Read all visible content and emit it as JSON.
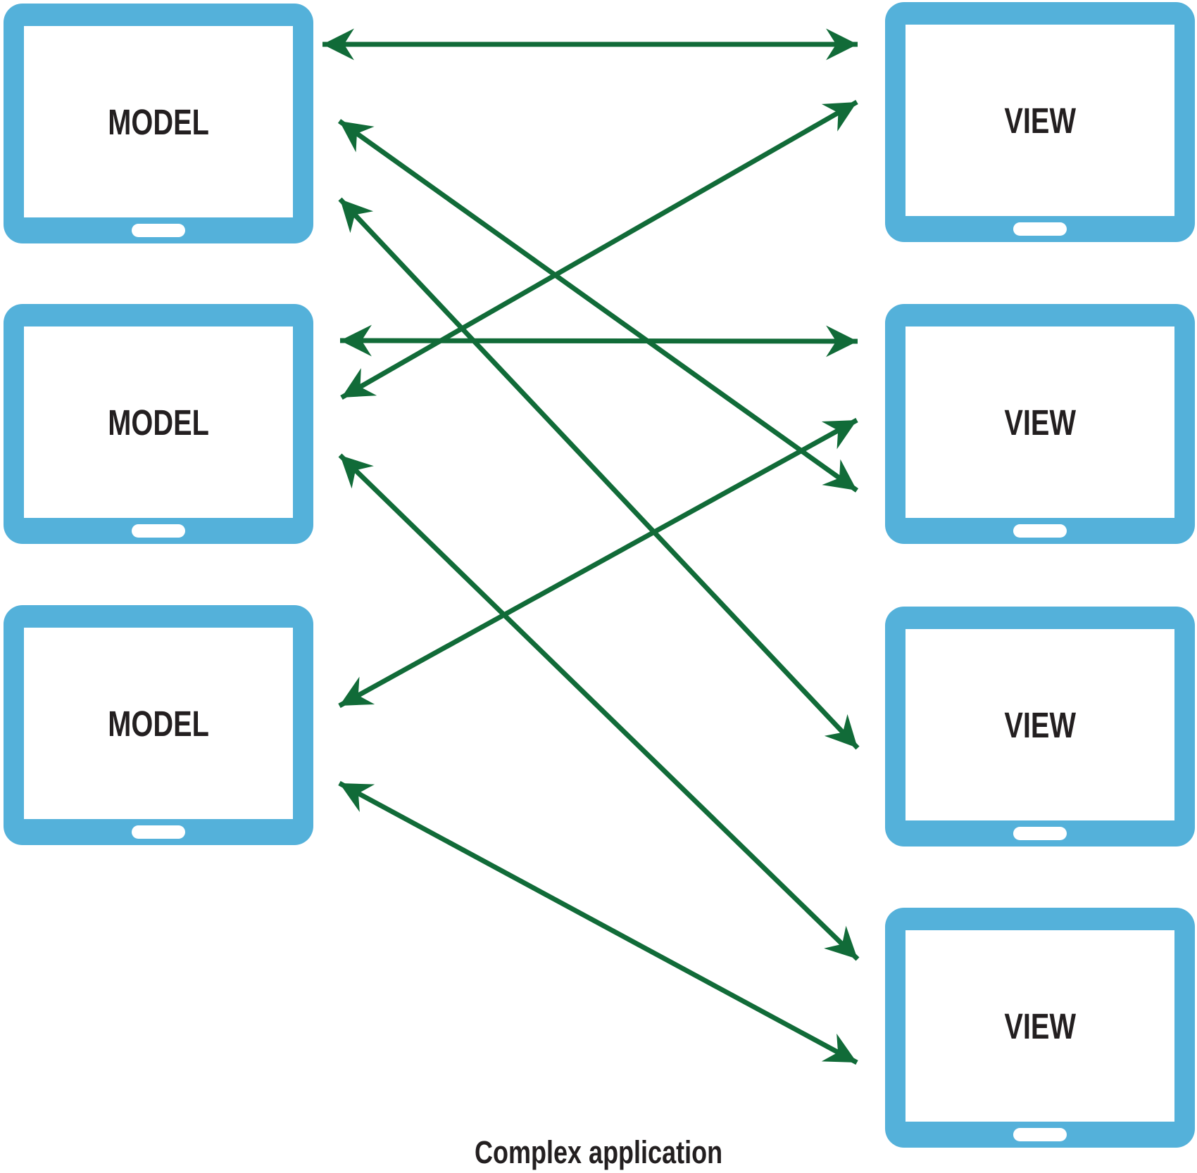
{
  "diagram": {
    "caption": "Complex application",
    "models": [
      {
        "label": "MODEL"
      },
      {
        "label": "MODEL"
      },
      {
        "label": "MODEL"
      }
    ],
    "views": [
      {
        "label": "VIEW"
      },
      {
        "label": "VIEW"
      },
      {
        "label": "VIEW"
      },
      {
        "label": "VIEW"
      }
    ],
    "connections": [
      {
        "from": "model-1",
        "to": "view-1",
        "bidirectional": true
      },
      {
        "from": "model-1",
        "to": "view-2",
        "bidirectional": true
      },
      {
        "from": "model-1",
        "to": "view-3",
        "bidirectional": true
      },
      {
        "from": "model-2",
        "to": "view-2",
        "bidirectional": true
      },
      {
        "from": "model-2",
        "to": "view-1",
        "bidirectional": true
      },
      {
        "from": "model-2",
        "to": "view-4",
        "bidirectional": true
      },
      {
        "from": "model-3",
        "to": "view-2",
        "bidirectional": true
      },
      {
        "from": "model-3",
        "to": "view-4",
        "bidirectional": true
      }
    ],
    "colors": {
      "tablet_blue": "#54b1da",
      "arrow_green": "#116b38",
      "label_black": "#231f20",
      "background": "#ffffff"
    }
  }
}
